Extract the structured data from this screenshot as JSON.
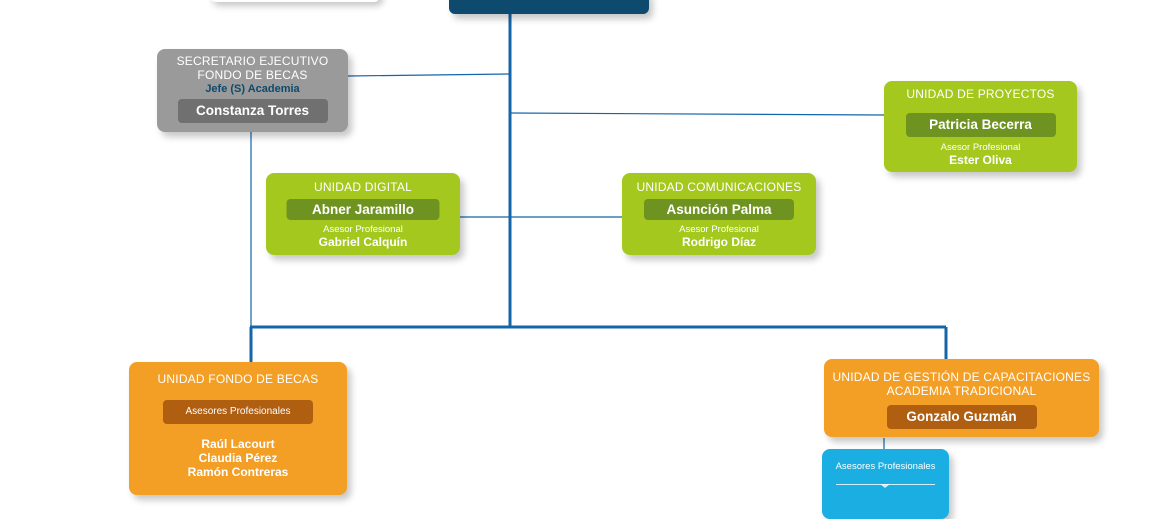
{
  "secretario": {
    "title_line1": "SECRETARIO EJECUTIVO",
    "title_line2": "FONDO DE BECAS",
    "role": "Jefe (S) Academia",
    "name": "Constanza Torres"
  },
  "proyectos": {
    "title": "UNIDAD DE PROYECTOS",
    "name": "Patricia Becerra",
    "advisor_label": "Asesor Profesional",
    "advisor_name": "Ester Oliva"
  },
  "digital": {
    "title": "UNIDAD DIGITAL",
    "name": "Abner Jaramillo",
    "advisor_label": "Asesor Profesional",
    "advisor_name": "Gabriel Calquín"
  },
  "comunicaciones": {
    "title": "UNIDAD COMUNICACIONES",
    "name": "Asunción Palma",
    "advisor_label": "Asesor Profesional",
    "advisor_name": "Rodrigo Díaz"
  },
  "fondo_becas": {
    "title": "UNIDAD FONDO DE BECAS",
    "advisors_label": "Asesores Profesionales",
    "members": [
      "Raúl Lacourt",
      "Claudia Pérez",
      "Ramón Contreras"
    ]
  },
  "capacitaciones": {
    "title_line1": "UNIDAD DE GESTIÓN DE CAPACITACIONES",
    "title_line2": "ACADEMIA TRADICIONAL",
    "name": "Gonzalo Guzmán",
    "advisors_label": "Asesores Profesionales"
  },
  "colors": {
    "green": "#a5c81f",
    "orange": "#f39f26",
    "gray": "#9a9a9a",
    "navy": "#0d4a6e",
    "blue": "#1aaee3",
    "connector": "#1565a8"
  }
}
